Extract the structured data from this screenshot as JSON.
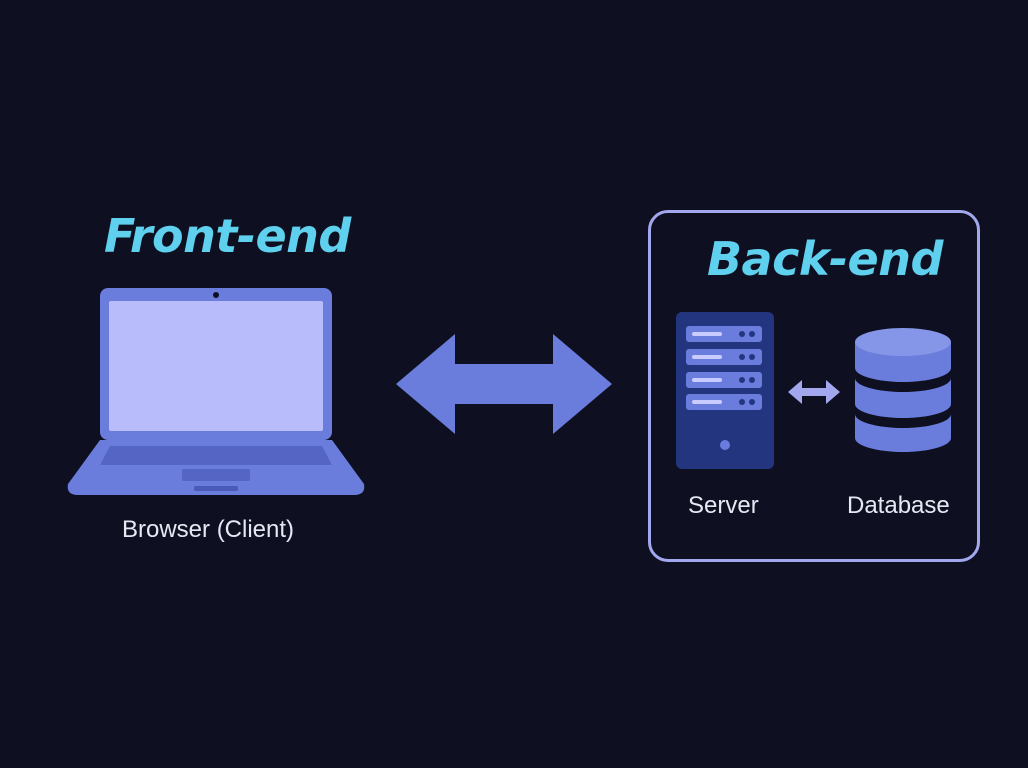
{
  "frontend": {
    "title": "Front-end",
    "client_label": "Browser (Client)"
  },
  "backend": {
    "title": "Back-end",
    "server_label": "Server",
    "database_label": "Database"
  },
  "icons": {
    "client": "laptop-icon",
    "main_link": "double-arrow-icon",
    "server": "server-icon",
    "internal_link": "small-double-arrow-icon",
    "database": "database-icon"
  },
  "colors": {
    "background": "#0e0f20",
    "heading": "#5fd0ee",
    "accent": "#6a7ddc",
    "screen": "#b9bcfb",
    "server_body": "#243580",
    "box_border": "#a3a8ee",
    "caption": "#e6e8f4"
  }
}
